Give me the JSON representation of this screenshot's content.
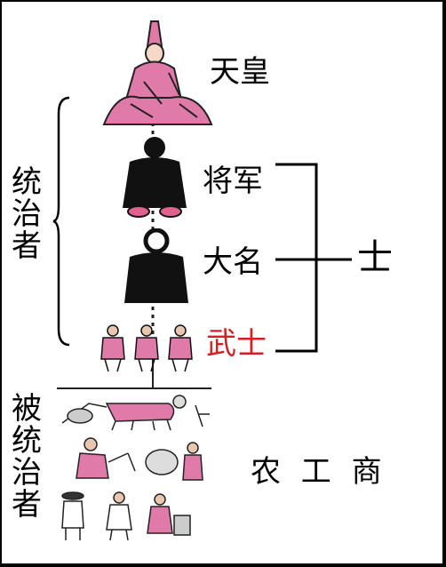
{
  "hierarchy": {
    "top": "天皇",
    "shogun": "将军",
    "daimyo": "大名",
    "samurai": "武士",
    "samurai_color": "#d42020",
    "shi": "士"
  },
  "groups": {
    "rulers": [
      "统",
      "治",
      "者"
    ],
    "ruled": [
      "被",
      "统",
      "治",
      "者"
    ]
  },
  "commoners": "农 工 商",
  "colors": {
    "emperor_robe": "#e07aa8",
    "dark_robe": "#111111",
    "accent_pink": "#e0608f"
  },
  "icons": [
    "emperor-figure",
    "shogun-figure",
    "daimyo-figure",
    "samurai-group",
    "farmers-group",
    "artisans-group",
    "merchants-group"
  ]
}
